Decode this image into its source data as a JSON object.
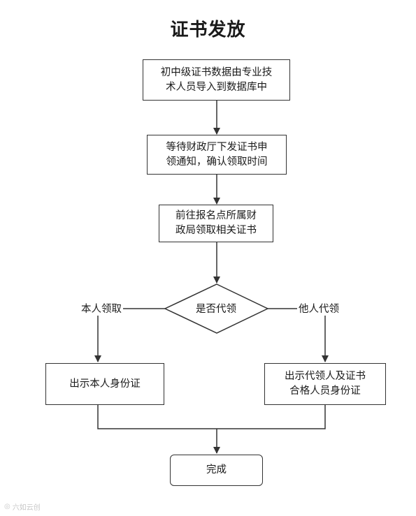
{
  "title": "证书发放",
  "steps": {
    "import": [
      "初中级证书数据由专业技",
      "术人员导入到数据库中"
    ],
    "wait": [
      "等待财政厅下发证书申",
      "领通知，确认领取时间"
    ],
    "go": [
      "前往报名点所属财",
      "政局领取相关证书"
    ],
    "decision": "是否代领",
    "self_label": "本人领取",
    "proxy_label": "他人代领",
    "self_step": "出示本人身份证",
    "proxy_step": [
      "出示代领人及证书",
      "合格人员身份证"
    ],
    "done": "完成"
  },
  "watermark": {
    "icon": "weibo-icon",
    "text": "六如云创"
  }
}
